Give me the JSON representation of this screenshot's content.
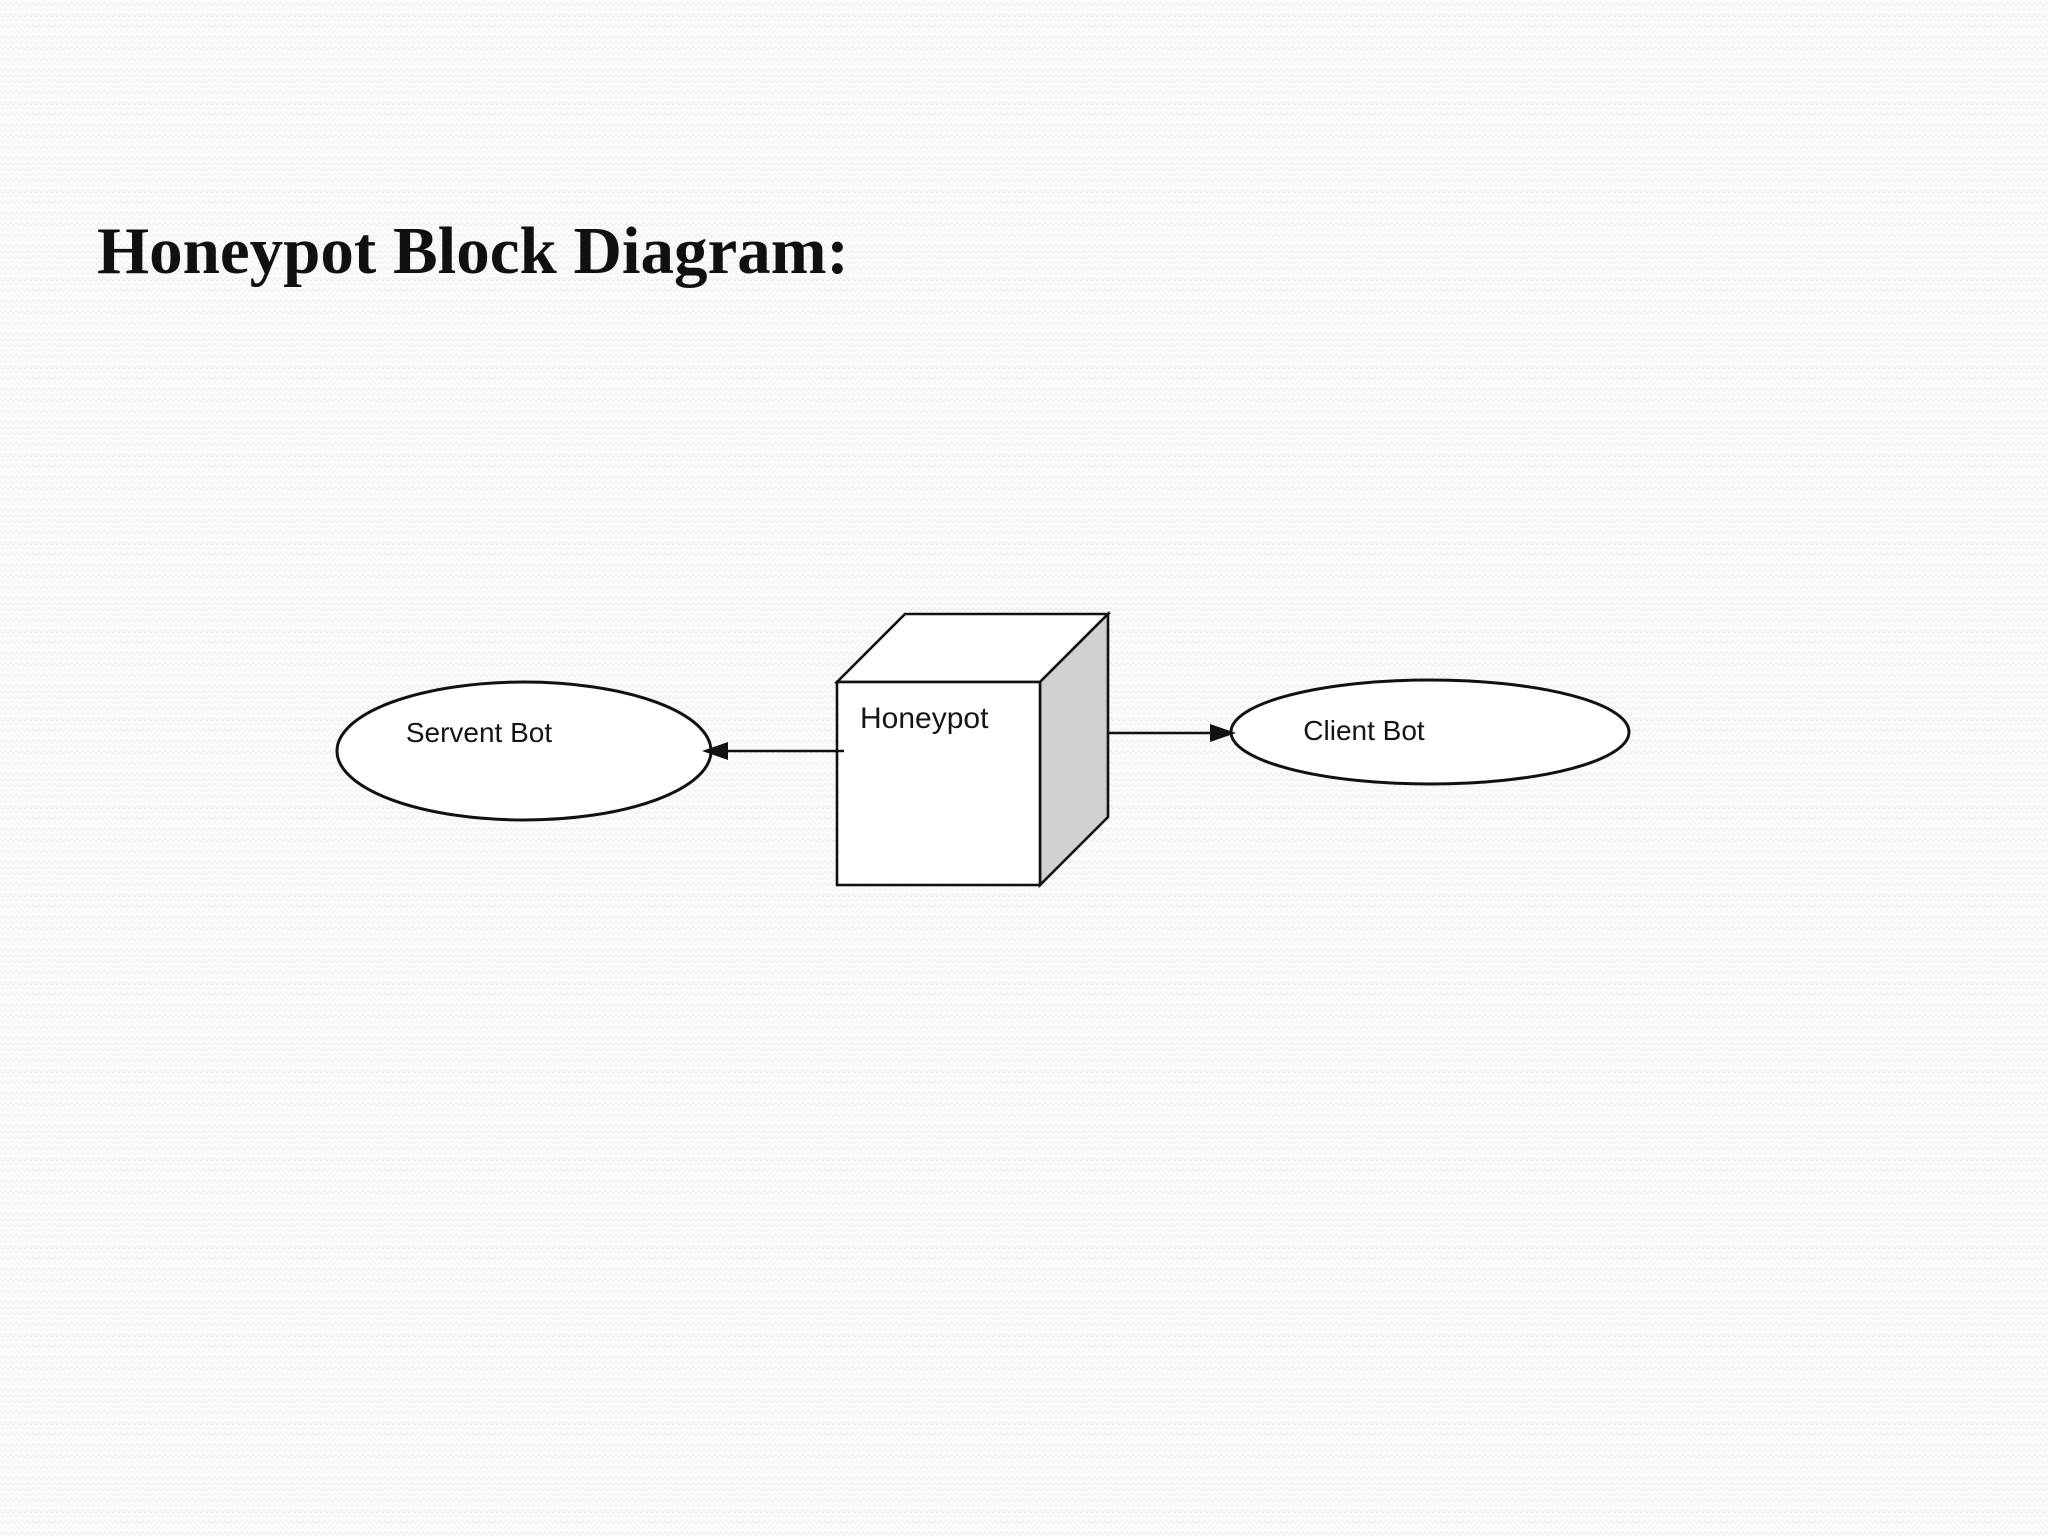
{
  "page": {
    "title": "Honeypot Block Diagram:"
  },
  "diagram": {
    "nodes": [
      {
        "id": "servent-bot",
        "label": "Servent Bot",
        "shape": "ellipse"
      },
      {
        "id": "honeypot",
        "label": "Honeypot",
        "shape": "cube"
      },
      {
        "id": "client-bot",
        "label": "Client Bot",
        "shape": "ellipse"
      }
    ],
    "edges": [
      {
        "from": "honeypot",
        "to": "servent-bot",
        "arrow_direction": "left"
      },
      {
        "from": "honeypot",
        "to": "client-bot",
        "arrow_direction": "right"
      }
    ],
    "colors": {
      "stroke": "#111111",
      "shape_fill": "#ffffff",
      "cube_side_fill": "#d0d0d0",
      "background": "#fbfbfa",
      "texture_line": "#ececea"
    }
  }
}
